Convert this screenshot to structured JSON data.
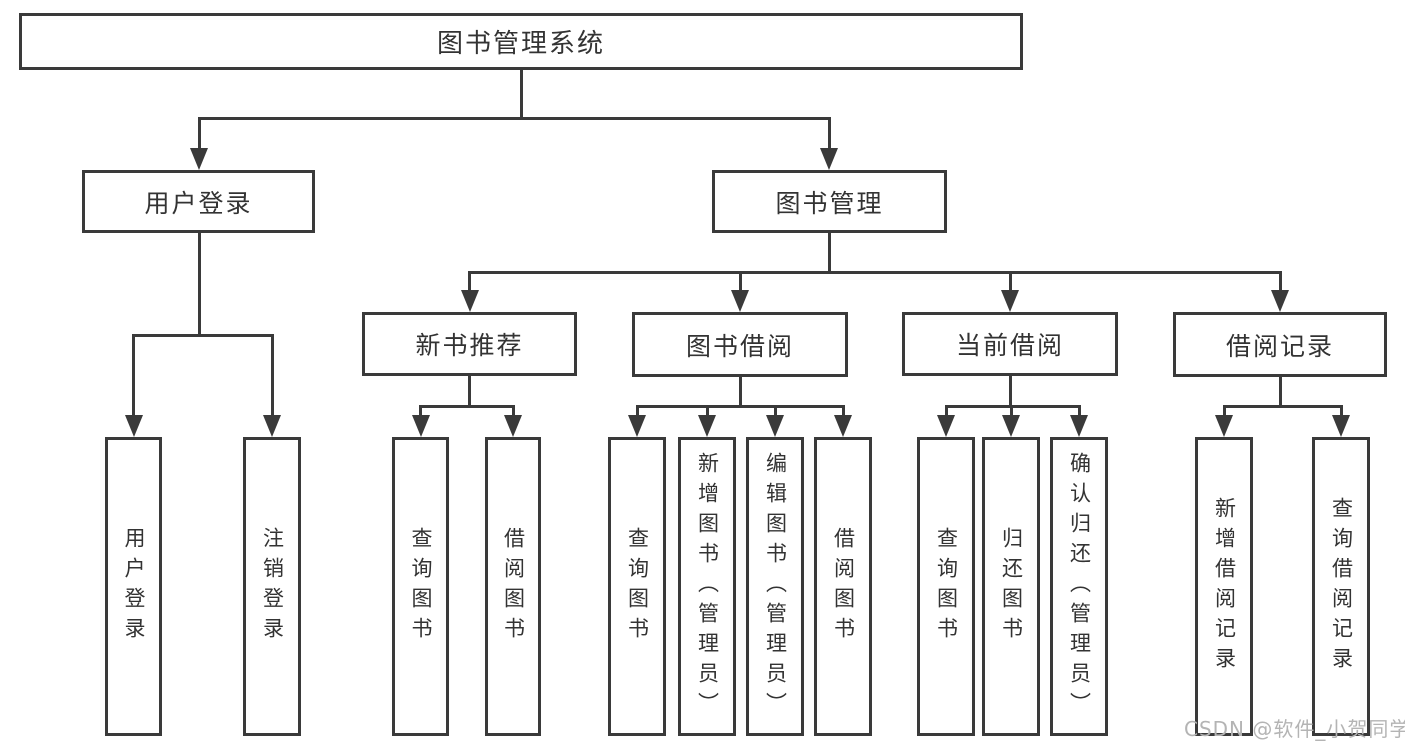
{
  "diagram": {
    "root": {
      "label": "图书管理系统"
    },
    "level2": [
      {
        "label": "用户登录"
      },
      {
        "label": "图书管理"
      }
    ],
    "level3": [
      {
        "label": "新书推荐",
        "parent": "图书管理"
      },
      {
        "label": "图书借阅",
        "parent": "图书管理"
      },
      {
        "label": "当前借阅",
        "parent": "图书管理"
      },
      {
        "label": "借阅记录",
        "parent": "图书管理"
      }
    ],
    "leaves": [
      {
        "label": "用户登录",
        "parent": "用户登录"
      },
      {
        "label": "注销登录",
        "parent": "用户登录"
      },
      {
        "label": "查询图书",
        "parent": "新书推荐"
      },
      {
        "label": "借阅图书",
        "parent": "新书推荐"
      },
      {
        "label": "查询图书",
        "parent": "图书借阅"
      },
      {
        "label": "新增图书（管理员）",
        "parent": "图书借阅"
      },
      {
        "label": "编辑图书（管理员）",
        "parent": "图书借阅"
      },
      {
        "label": "借阅图书",
        "parent": "图书借阅"
      },
      {
        "label": "查询图书",
        "parent": "当前借阅"
      },
      {
        "label": "归还图书",
        "parent": "当前借阅"
      },
      {
        "label": "确认归还（管理员）",
        "parent": "当前借阅"
      },
      {
        "label": "新增借阅记录",
        "parent": "借阅记录"
      },
      {
        "label": "查询借阅记录",
        "parent": "借阅记录"
      }
    ]
  },
  "watermark": {
    "text": "CSDN @软件_小贺同学"
  },
  "colors": {
    "line": "#3a3a3a",
    "text": "#333333",
    "watermark": "#b4b4b4",
    "background": "#ffffff"
  }
}
